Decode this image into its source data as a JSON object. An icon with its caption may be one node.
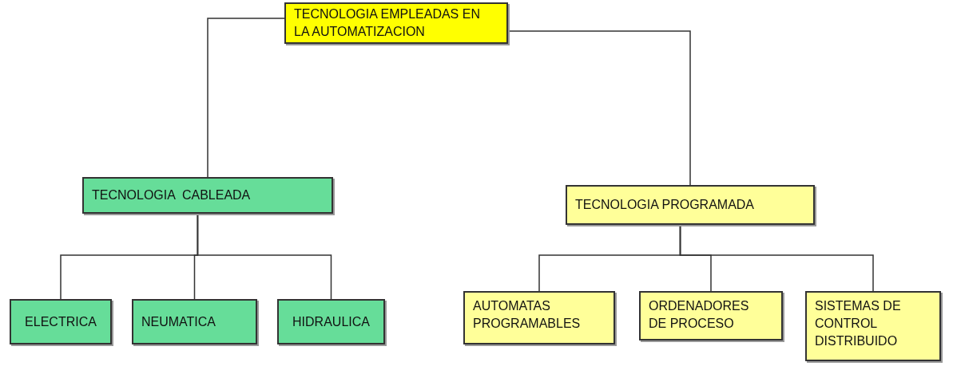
{
  "diagram": {
    "nodes": [
      {
        "text": [
          "TECNOLOGIA EMPLEADAS EN LA AUTOMATIZACION"
        ]
      },
      {
        "text": [
          "TECNOLOGIA  CABLEADA"
        ]
      },
      {
        "text": [
          "TECNOLOGIA PROGRAMADA"
        ]
      },
      {
        "text": [
          "ELECTRICA"
        ]
      },
      {
        "text": [
          "NEUMATICA"
        ]
      },
      {
        "text": [
          "HIDRAULICA"
        ]
      },
      {
        "text": [
          "AUTOMATAS PROGRAMABLES"
        ]
      },
      {
        "text": [
          "ORDENADORES DE PROCESO"
        ]
      },
      {
        "text": [
          "SISTEMAS DE CONTROL DISTRIBUIDO"
        ]
      }
    ],
    "edges": [
      {
        "from": 0,
        "to": 1,
        "arrow": "none"
      },
      {
        "from": 0,
        "to": 2,
        "arrow": "none"
      },
      {
        "from": 1,
        "to": 3,
        "arrow": "none"
      },
      {
        "from": 1,
        "to": 4,
        "arrow": "none"
      },
      {
        "from": 1,
        "to": 5,
        "arrow": "none"
      },
      {
        "from": 2,
        "to": 6,
        "arrow": "none"
      },
      {
        "from": 2,
        "to": 7,
        "arrow": "none"
      },
      {
        "from": 2,
        "to": 8,
        "arrow": "none"
      }
    ]
  }
}
